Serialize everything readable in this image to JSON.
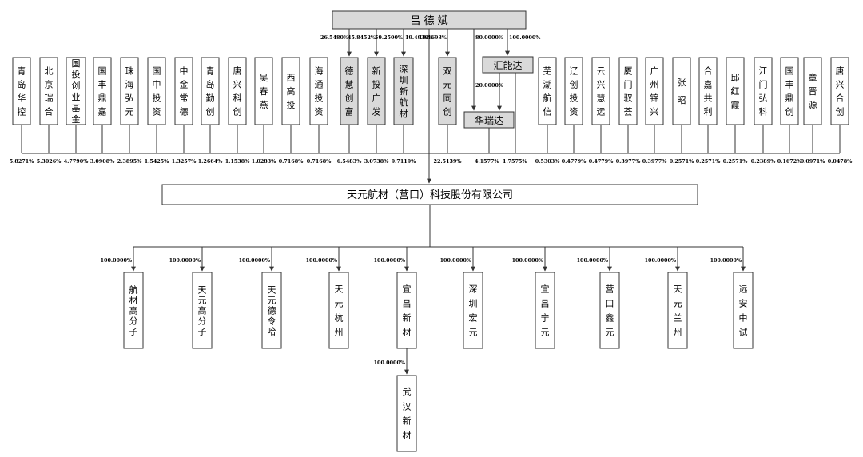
{
  "root": {
    "name": "吕 德 斌"
  },
  "company": {
    "name": "天元航材（营口）科技股份有限公司"
  },
  "huinengda": {
    "name": "汇能达"
  },
  "huaruida": {
    "name": "华瑞达"
  },
  "shareholders": [
    {
      "name": "青岛华控",
      "pct": "5.8271%",
      "gray": false
    },
    {
      "name": "北京瑞合",
      "pct": "5.3026%",
      "gray": false
    },
    {
      "name": "国投创业基金",
      "pct": "4.7790%",
      "gray": false
    },
    {
      "name": "国丰鼎嘉",
      "pct": "3.0908%",
      "gray": false
    },
    {
      "name": "珠海弘元",
      "pct": "2.3895%",
      "gray": false
    },
    {
      "name": "国中投资",
      "pct": "1.5425%",
      "gray": false
    },
    {
      "name": "中金常德",
      "pct": "1.3257%",
      "gray": false
    },
    {
      "name": "青岛勤创",
      "pct": "1.2664%",
      "gray": false
    },
    {
      "name": "唐兴科创",
      "pct": "1.1538%",
      "gray": false
    },
    {
      "name": "吴春燕",
      "pct": "1.0283%",
      "gray": false
    },
    {
      "name": "西高投",
      "pct": "0.7168%",
      "gray": false
    },
    {
      "name": "海通投资",
      "pct": "0.7168%",
      "gray": false
    },
    {
      "name": "德慧创富",
      "pct": "6.5483%",
      "gray": true,
      "rootPct": "26.5480%"
    },
    {
      "name": "新投广发",
      "pct": "3.0738%",
      "gray": true,
      "rootPct": "45.8452%"
    },
    {
      "name": "深圳新航材",
      "pct": "9.7119%",
      "gray": true,
      "rootPct": "59.2500%"
    },
    {
      "name": "双元同创",
      "pct": "22.5139%",
      "gray": true,
      "rootPct": "19.1693%"
    },
    {
      "name": "芜湖航信",
      "pct": "0.5303%",
      "gray": false
    },
    {
      "name": "辽创投资",
      "pct": "0.4779%",
      "gray": false
    },
    {
      "name": "云兴慧远",
      "pct": "0.4779%",
      "gray": false
    },
    {
      "name": "厦门驭荟",
      "pct": "0.3977%",
      "gray": false
    },
    {
      "name": "广州锦兴",
      "pct": "0.3977%",
      "gray": false
    },
    {
      "name": "张昭",
      "pct": "0.2571%",
      "gray": false
    },
    {
      "name": "合嘉共利",
      "pct": "0.2571%",
      "gray": false
    },
    {
      "name": "邱红霞",
      "pct": "0.2571%",
      "gray": false
    },
    {
      "name": "江门弘科",
      "pct": "0.2389%",
      "gray": false
    },
    {
      "name": "国丰鼎创",
      "pct": "0.1672%",
      "gray": false
    },
    {
      "name": "章晋源",
      "pct": "0.0971%",
      "gray": false
    },
    {
      "name": "唐兴合创",
      "pct": "0.0478%",
      "gray": false
    }
  ],
  "root_direct_pct": "19.4938%",
  "root_to_huaruida_pct": "80.0000%",
  "root_to_huinengda_pct": "100.0000%",
  "huinengda_to_huaruida_pct": "20.0000%",
  "huaruida_pct": "4.1577%",
  "huinengda_pct": "1.7575%",
  "subsidiaries": [
    {
      "name": "航材高分子",
      "pct": "100.0000%"
    },
    {
      "name": "天元高分子",
      "pct": "100.0000%"
    },
    {
      "name": "天元德令哈",
      "pct": "100.0000%"
    },
    {
      "name": "天元杭州",
      "pct": "100.0000%"
    },
    {
      "name": "宜昌新材",
      "pct": "100.0000%"
    },
    {
      "name": "深圳宏元",
      "pct": "100.0000%"
    },
    {
      "name": "宜昌宁元",
      "pct": "100.0000%"
    },
    {
      "name": "营口鑫元",
      "pct": "100.0000%"
    },
    {
      "name": "天元兰州",
      "pct": "100.0000%"
    },
    {
      "name": "远安中试",
      "pct": "100.0000%"
    }
  ],
  "grandchild": {
    "name": "武汉新材",
    "pct": "100.0000%"
  }
}
